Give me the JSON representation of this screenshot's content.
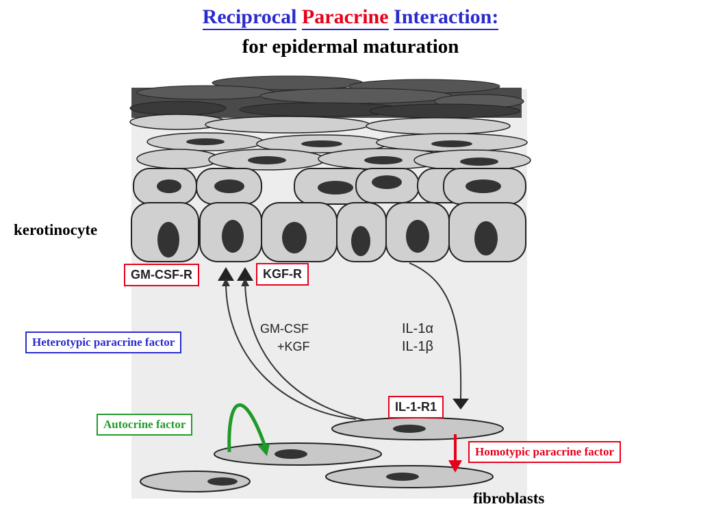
{
  "title": {
    "word1": "Reciprocal",
    "word2": "Paracrine",
    "word3": "Interaction:",
    "subtitle": "for epidermal maturation"
  },
  "labels": {
    "keratinocyte": "kerotinocyte",
    "fibroblasts": "fibroblasts"
  },
  "receptors": {
    "gmcsf_r": "GM-CSF-R",
    "kgf_r": "KGF-R",
    "il1_r1": "IL-1-R1"
  },
  "factors": {
    "gmcsf": "GM-CSF",
    "kgf": "+KGF",
    "il1a": "IL-1α",
    "il1b": "IL-1β"
  },
  "callouts": {
    "heterotypic": "Heterotypic paracrine factor",
    "autocrine": "Autocrine factor",
    "homotypic": "Homotypic paracrine factor"
  },
  "colors": {
    "blue": "#2a2ad0",
    "red": "#e8001a",
    "green": "#1f9a2a",
    "cell_fill": "#d0d0d0",
    "nucleus": "#3a3a3a",
    "dark_layer": "#4a4a4a",
    "panel": "#ededed"
  }
}
